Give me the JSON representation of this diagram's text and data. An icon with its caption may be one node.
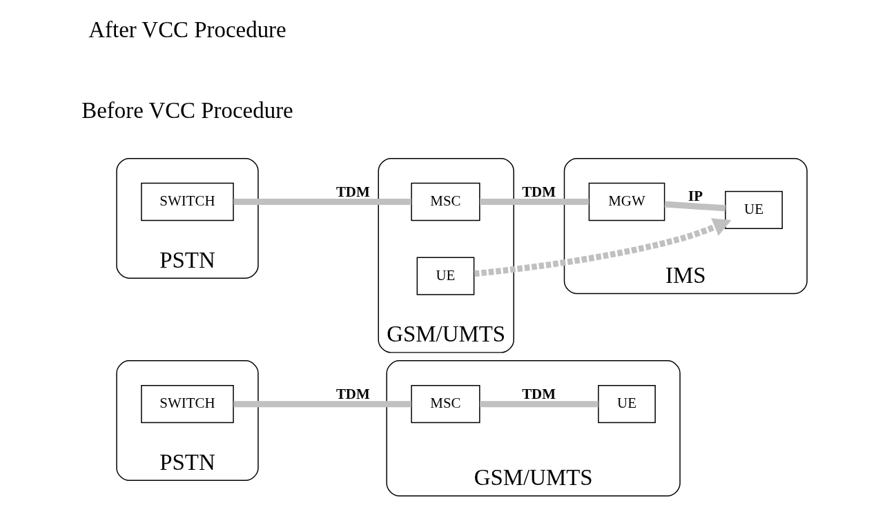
{
  "diagram": {
    "nodes": [
      {
        "text": [
          "PSTN"
        ]
      },
      {
        "text": [
          "SWITCH"
        ],
        "in": 0
      },
      {
        "text": [
          "GSM/UMTS"
        ]
      },
      {
        "text": [
          "MSC"
        ],
        "in": 2
      },
      {
        "text": [
          "UE"
        ],
        "in": 2
      },
      {
        "text": [
          "PSTN"
        ]
      },
      {
        "text": [
          "SWITCH"
        ],
        "in": 5
      },
      {
        "text": [
          "GSM/UMTS"
        ]
      },
      {
        "text": [
          "MSC"
        ],
        "in": 7
      },
      {
        "text": [
          "UE"
        ],
        "in": 7
      },
      {
        "text": [
          "IMS"
        ]
      },
      {
        "text": [
          "MGW"
        ],
        "in": 10
      },
      {
        "text": [
          "UE"
        ],
        "in": 10
      }
    ],
    "edges": [
      {
        "from": 1,
        "to": 3,
        "arrow": "none",
        "label": "TDM"
      },
      {
        "from": 3,
        "to": 4,
        "arrow": "none",
        "label": "TDM"
      },
      {
        "from": 6,
        "to": 8,
        "arrow": "none",
        "label": "TDM"
      },
      {
        "from": 8,
        "to": 11,
        "arrow": "none",
        "label": "TDM"
      },
      {
        "from": 11,
        "to": 12,
        "arrow": "none",
        "label": "IP"
      },
      {
        "from": 9,
        "to": 12,
        "arrow": "to",
        "style": "dashed"
      }
    ],
    "labels": [
      "Before VCC Procedure",
      "After VCC Procedure"
    ]
  }
}
